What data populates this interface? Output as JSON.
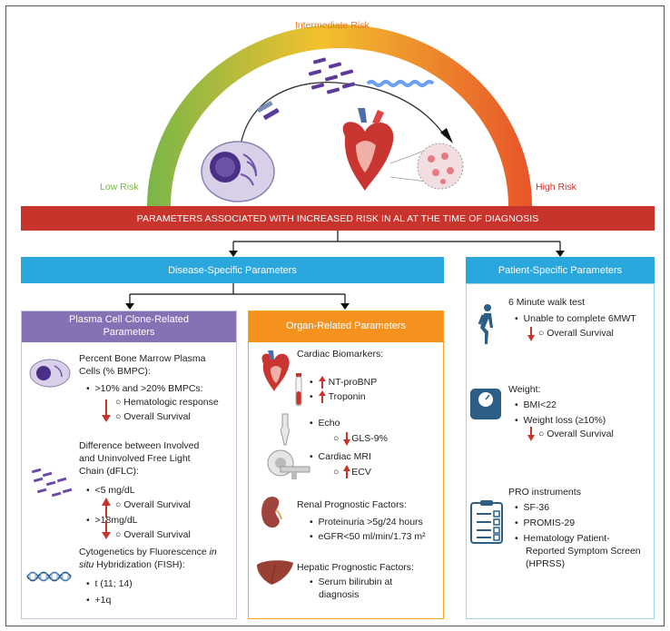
{
  "gauge": {
    "low_label": "Low Risk",
    "intermediate_label": "Intermediate Risk",
    "high_label": "High Risk",
    "colors": {
      "low": "#7ab648",
      "mid": "#f2c12e",
      "high": "#e8542a"
    }
  },
  "banner": {
    "text": "PARAMETERS ASSOCIATED WITH INCREASED RISK IN AL AT THE TIME OF DIAGNOSIS",
    "color": "#c8332b"
  },
  "disease_specific": {
    "title": "Disease-Specific Parameters"
  },
  "patient_specific": {
    "title": "Patient-Specific Parameters",
    "walk": {
      "heading": "6 Minute walk test",
      "b1": "Unable to complete 6MWT",
      "b2": "Overall Survival"
    },
    "weight": {
      "heading": "Weight:",
      "b1": "BMI<22",
      "b2": "Weight loss (≥10%)",
      "b3": "Overall Survival"
    },
    "pro": {
      "heading": "PRO instruments",
      "b1": "SF-36",
      "b2": "PROMIS-29",
      "b3a": "Hematology Patient-",
      "b3b": "Reported Symptom Screen",
      "b3c": "(HPRSS)"
    }
  },
  "plasma": {
    "title_a": "Plasma Cell Clone-Related",
    "title_b": "Parameters",
    "bmpc": {
      "h1": "Percent Bone Marrow Plasma",
      "h2": "Cells (% BMPC):",
      "b1": ">10% and >20% BMPCs:",
      "b2": "Hematologic response",
      "b3": "Overall Survival"
    },
    "dflc": {
      "h1": "Difference between Involved",
      "h2": "and Uninvolved Free Light",
      "h3": "Chain (dFLC):",
      "b1": "<5 mg/dL",
      "b2": "Overall Survival",
      "b3": ">18mg/dL",
      "b4": "Overall Survival"
    },
    "fish": {
      "h1": "Cytogenetics by Fluorescence",
      "h1_italic": "in",
      "h2_italic": "situ",
      "h2": "Hybridization (FISH):",
      "b1": "t (11; 14)",
      "b2": "+1q"
    }
  },
  "organ": {
    "title": "Organ-Related Parameters",
    "cardiac": {
      "heading": "Cardiac Biomarkers:",
      "b1": "NT-proBNP",
      "b2": "Troponin",
      "b3": "Echo",
      "b4": "GLS-9%",
      "b5": "Cardiac MRI",
      "b6": "ECV"
    },
    "renal": {
      "heading": "Renal Prognostic Factors:",
      "b1": "Proteinuria >5g/24 hours",
      "b2": "eGFR<50 ml/min/1.73 m²"
    },
    "hepatic": {
      "heading": "Hepatic Prognostic Factors:",
      "b1a": "Serum bilirubin at",
      "b1b": "diagnosis"
    }
  }
}
